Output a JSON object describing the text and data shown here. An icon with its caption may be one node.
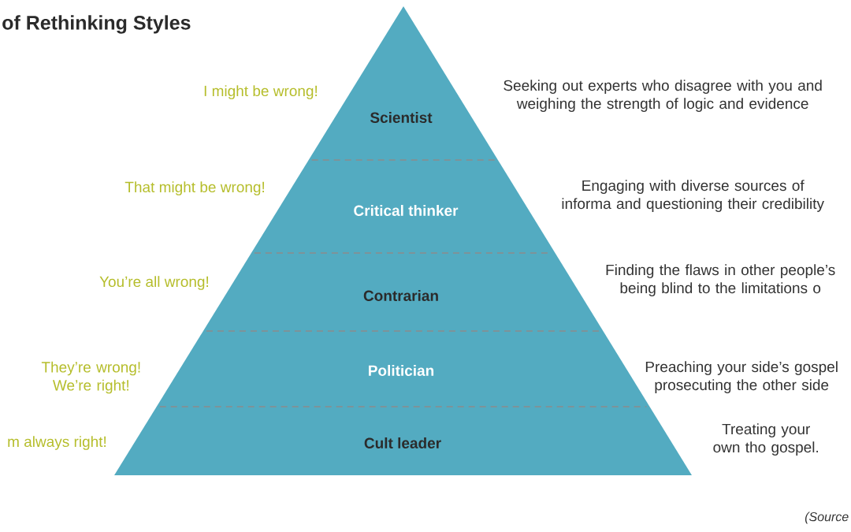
{
  "diagram": {
    "title": "of Rethinking Styles",
    "nodes": [
      {
        "text": [
          "Scientist"
        ],
        "beside": [
          "I might be wrong!",
          "Seeking out experts who disagree with you and weighing the strength of logic and evidence"
        ]
      },
      {
        "text": [
          "Critical thinker"
        ],
        "beside": [
          "That might be wrong!",
          "Engaging with diverse sources of informa and questioning their credibility"
        ]
      },
      {
        "text": [
          "Contrarian"
        ],
        "beside": [
          "You’re all wrong!",
          "Finding the flaws in other people’s being blind to the limitations o"
        ]
      },
      {
        "text": [
          "Politician"
        ],
        "beside": [
          "They’re wrong! We’re right!",
          "Preaching your side’s gospel prosecuting the other side"
        ]
      },
      {
        "text": [
          "Cult leader"
        ],
        "beside": [
          "m always right!",
          "Treating your own tho gospel."
        ]
      }
    ],
    "labels": [
      "(Source"
    ]
  }
}
